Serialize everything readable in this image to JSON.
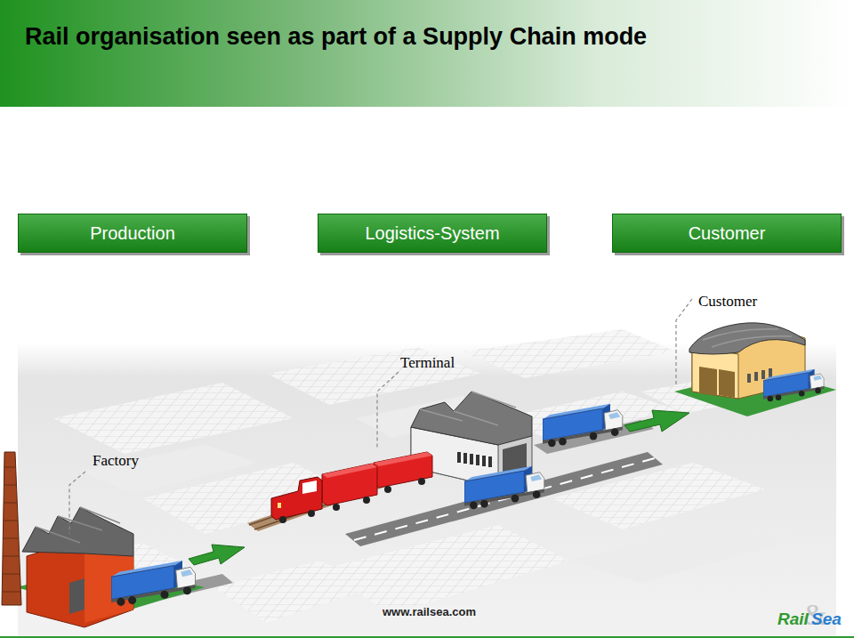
{
  "diagram": {
    "title": "Rail organisation seen as part of a Supply Chain mode",
    "nodes": [
      {
        "text": [
          "Production"
        ]
      },
      {
        "text": [
          "Logistics-System"
        ]
      },
      {
        "text": [
          "Customer"
        ]
      }
    ],
    "labels": [
      "Customer",
      "Terminal",
      "Factory",
      "www.railsea.com",
      "Rail",
      "&",
      "Sea"
    ]
  }
}
